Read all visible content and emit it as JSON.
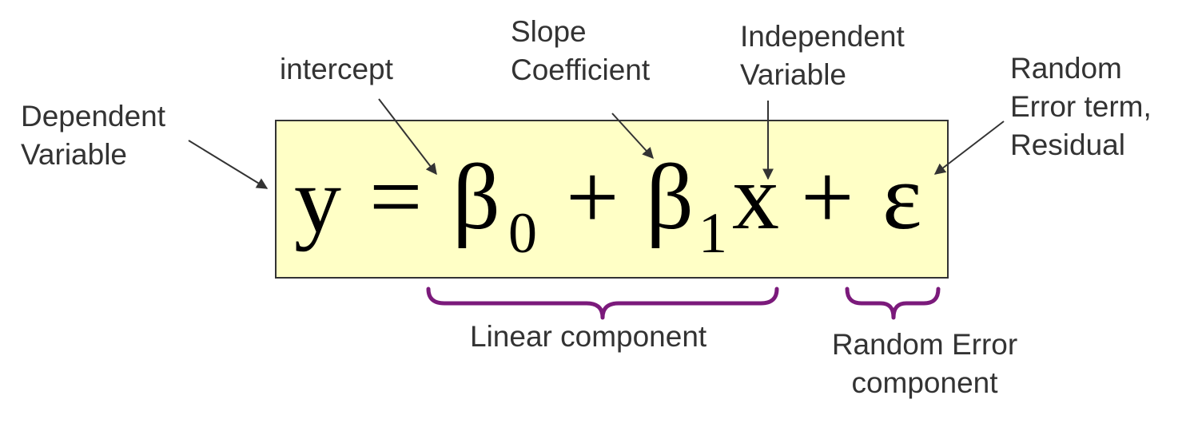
{
  "labels": {
    "dependent_variable": [
      "Dependent",
      "Variable"
    ],
    "intercept": "intercept",
    "slope_coefficient": [
      "Slope",
      "Coefficient"
    ],
    "independent_variable": [
      "Independent",
      "Variable"
    ],
    "random_error_term": [
      "Random",
      "Error term,",
      "Residual"
    ],
    "linear_component": "Linear component",
    "random_error_component": [
      "Random Error",
      "component"
    ]
  },
  "equation": {
    "y": "y",
    "equals": "=",
    "beta": "β",
    "sub_0": "0",
    "plus": "+",
    "sub_1": "1",
    "x": "x",
    "epsilon": "ε"
  },
  "colors": {
    "box_fill": "#ffffc6",
    "brace": "#7b1a7b",
    "text": "#333333",
    "arrow": "#333333"
  }
}
